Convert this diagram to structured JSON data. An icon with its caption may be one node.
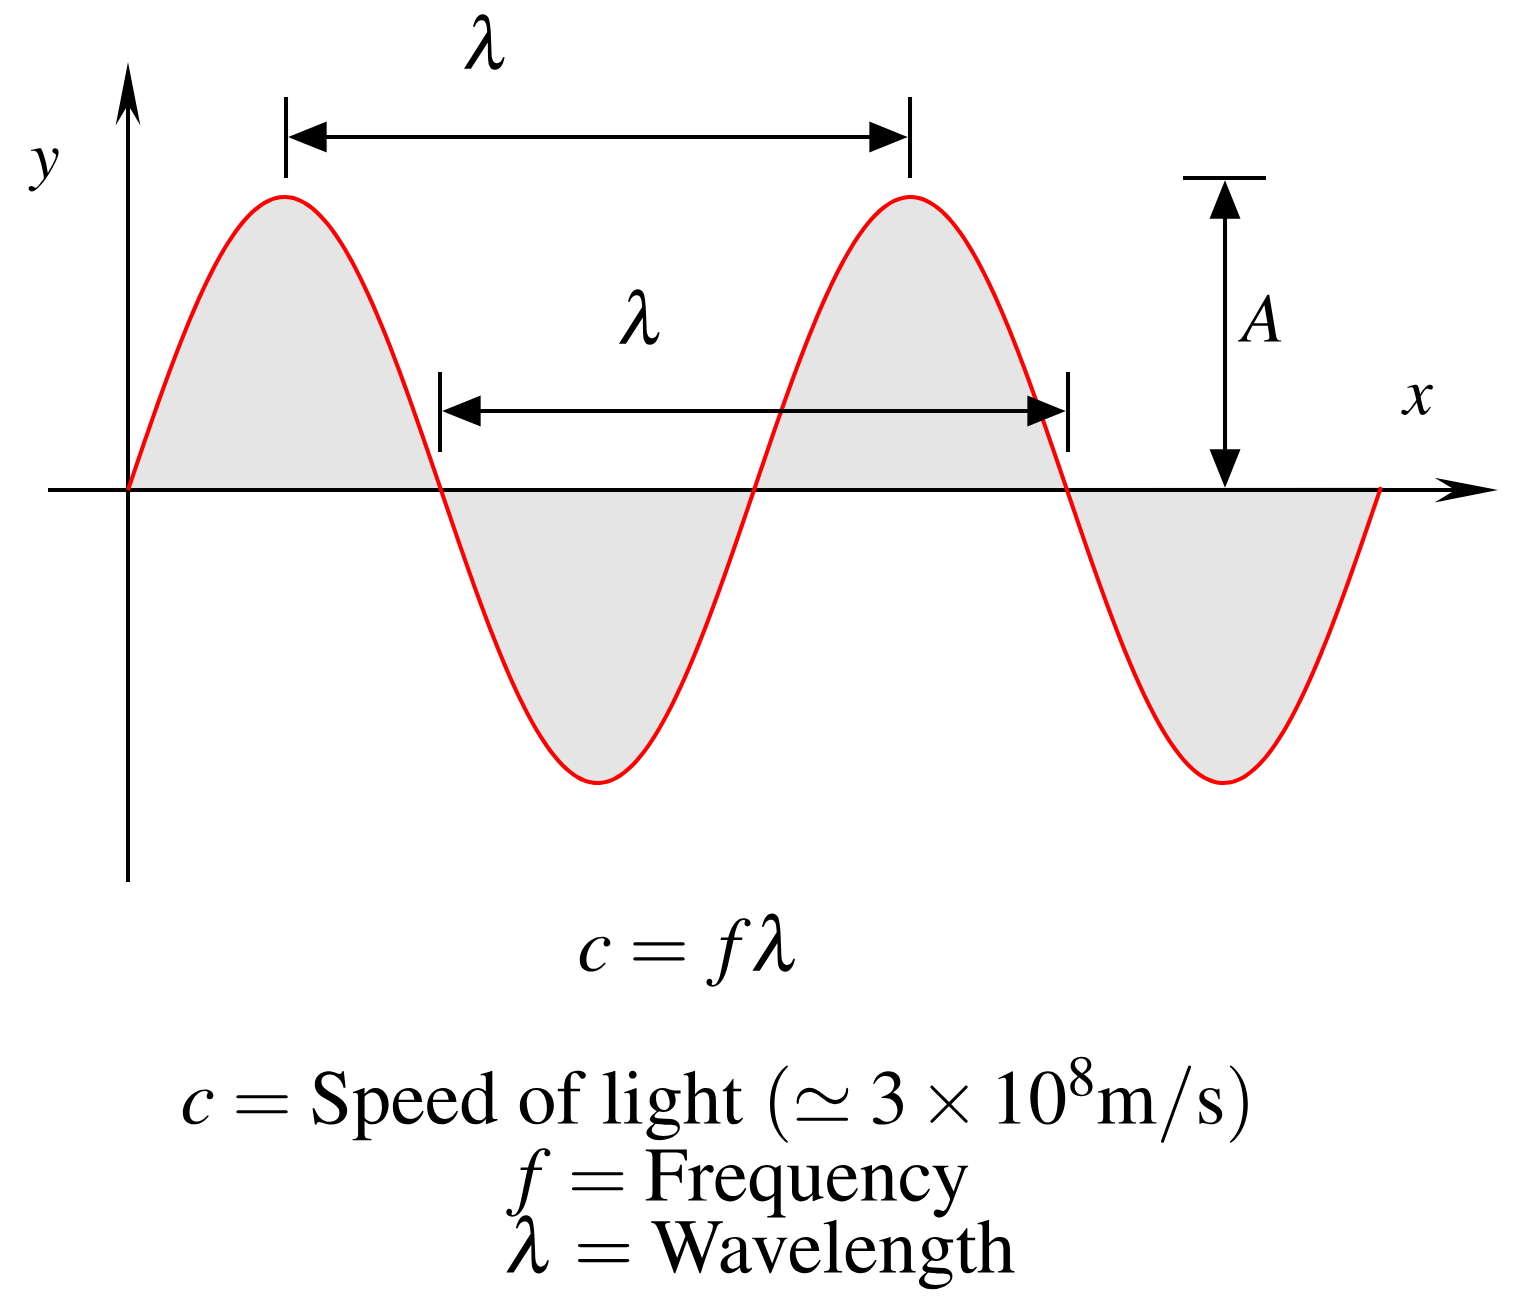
{
  "diagram": {
    "labels": [
      "\\lambda",
      "\\lambda",
      "A",
      "x",
      "y",
      "c = f\\lambda",
      "c = \\mathrm{Speed\\ of\\ light}\\ (\\simeq 3\\times 10^{8}\\mathrm{m/s})",
      "f = \\mathrm{Frequency}",
      "\\lambda = \\mathrm{Wavelength}"
    ]
  }
}
